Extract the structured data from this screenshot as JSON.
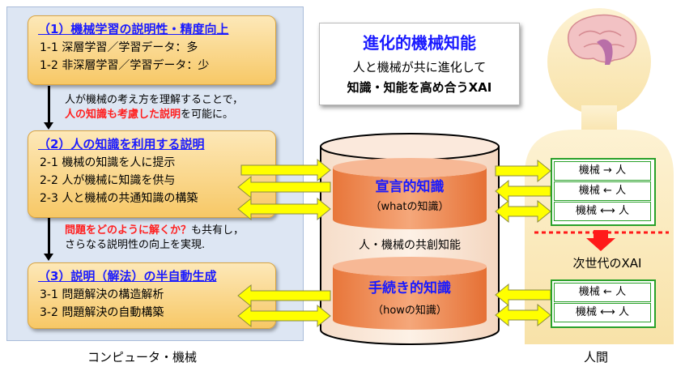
{
  "computer_caption": "コンピュータ・機械",
  "human_caption": "人間",
  "section1": {
    "title": "（1）機械学習の説明性・精度向上",
    "lines": [
      "1-1 深層学習／学習データ：多",
      "1-2 非深層学習／学習データ：少"
    ]
  },
  "note1": {
    "line1": "人が機械の考え方を理解することで，",
    "line2_red": "人の知識も考慮した説明",
    "line2_rest": "を可能に。"
  },
  "section2": {
    "title": "（2）人の知識を利用する説明",
    "lines": [
      "2-1 機械の知識を人に提示",
      "2-2 人が機械に知識を供与",
      "2-3 人と機械の共通知識の構築"
    ]
  },
  "note2": {
    "line1_red": "問題をどのように解くか？",
    "line1_rest": "も共有し，",
    "line2": "さらなる説明性の向上を実現."
  },
  "section3": {
    "title": "（3）説明（解法）の半自動生成",
    "lines": [
      "3-1 問題解決の構造解析",
      "3-2 問題解決の自動構築"
    ]
  },
  "evolution_box": {
    "title": "進化的機械知能",
    "line1": "人と機械が共に進化して",
    "line2": "知識・知能を高め合うXAI"
  },
  "cylinder": {
    "declarative_title": "宣言的知識",
    "declarative_sub": "（whatの知識）",
    "cocreation": "人・機械の共創知能",
    "procedural_title": "手続き的知識",
    "procedural_sub": "（howの知識）"
  },
  "human_relations_top": [
    "機械 → 人",
    "機械 ← 人",
    "機械 ⟷ 人"
  ],
  "next_gen": "次世代のXAI",
  "human_relations_bottom": [
    "機械 ← 人",
    "機械 ⟷ 人"
  ],
  "colors": {
    "accent_blue": "#1a1aff",
    "highlight_red": "#ff2020",
    "arrow_yellow": "#ffff00",
    "knowledge_orange": "#f08c56",
    "relation_green": "#2aa12a"
  }
}
